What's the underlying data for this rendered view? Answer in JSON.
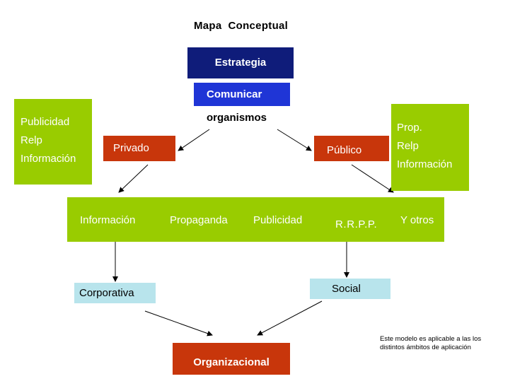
{
  "title": "Mapa  Conceptual",
  "nodes": {
    "estrategia": "Estrategia",
    "comunicar": "Comunicar",
    "organismos": "organismos",
    "privado": "Privado",
    "publico": "Público",
    "left_list": [
      "Publicidad",
      "Relp",
      "Información"
    ],
    "right_list": [
      "Prop.",
      "Relp",
      "Información"
    ],
    "band": [
      "Información",
      "Propaganda",
      "Publicidad",
      "R.R.P.P.",
      "Y otros"
    ],
    "corporativa": "Corporativa",
    "social": "Social",
    "organizacional": "Organizacional"
  },
  "note": [
    "Este modelo es aplicable a las los",
    "distintos ámbitos de aplicación"
  ],
  "colors": {
    "navy": "#0f1c7a",
    "blue": "#1f35d6",
    "red": "#c8360b",
    "green": "#99cc00",
    "cyan": "#b8e4ec"
  }
}
